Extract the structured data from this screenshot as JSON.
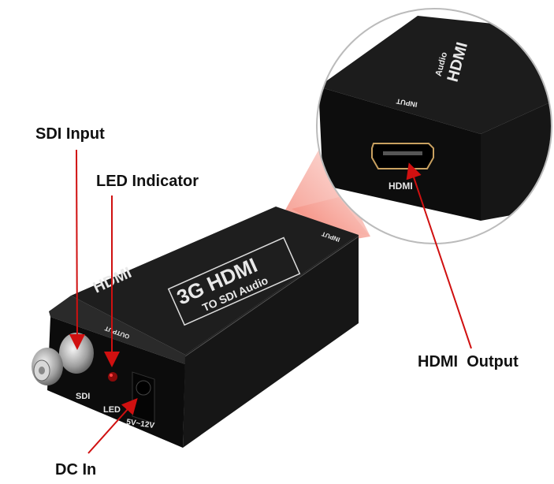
{
  "callouts": {
    "sdi_input": "SDI Input",
    "led_indicator": "LED Indicator",
    "hdmi_output": "HDMI  Output",
    "dc_in": "DC In"
  },
  "device": {
    "brand_logo": "HDMI",
    "product_title": "3G HDMI",
    "product_subtitle": "TO SDI Audio",
    "output_label": "OUTPUT",
    "input_label": "INPUT",
    "sdi_port_label": "SDI",
    "led_label": "LED",
    "power_label": "5V~12V"
  },
  "magnified": {
    "input_label": "INPUT",
    "hdmi_port_label": "HDMI",
    "title_fragment": "HDMI",
    "subtitle_fragment": "Audio"
  },
  "colors": {
    "arrow": "#d01010",
    "device": "#141414",
    "cone": "#f6a8a0"
  }
}
